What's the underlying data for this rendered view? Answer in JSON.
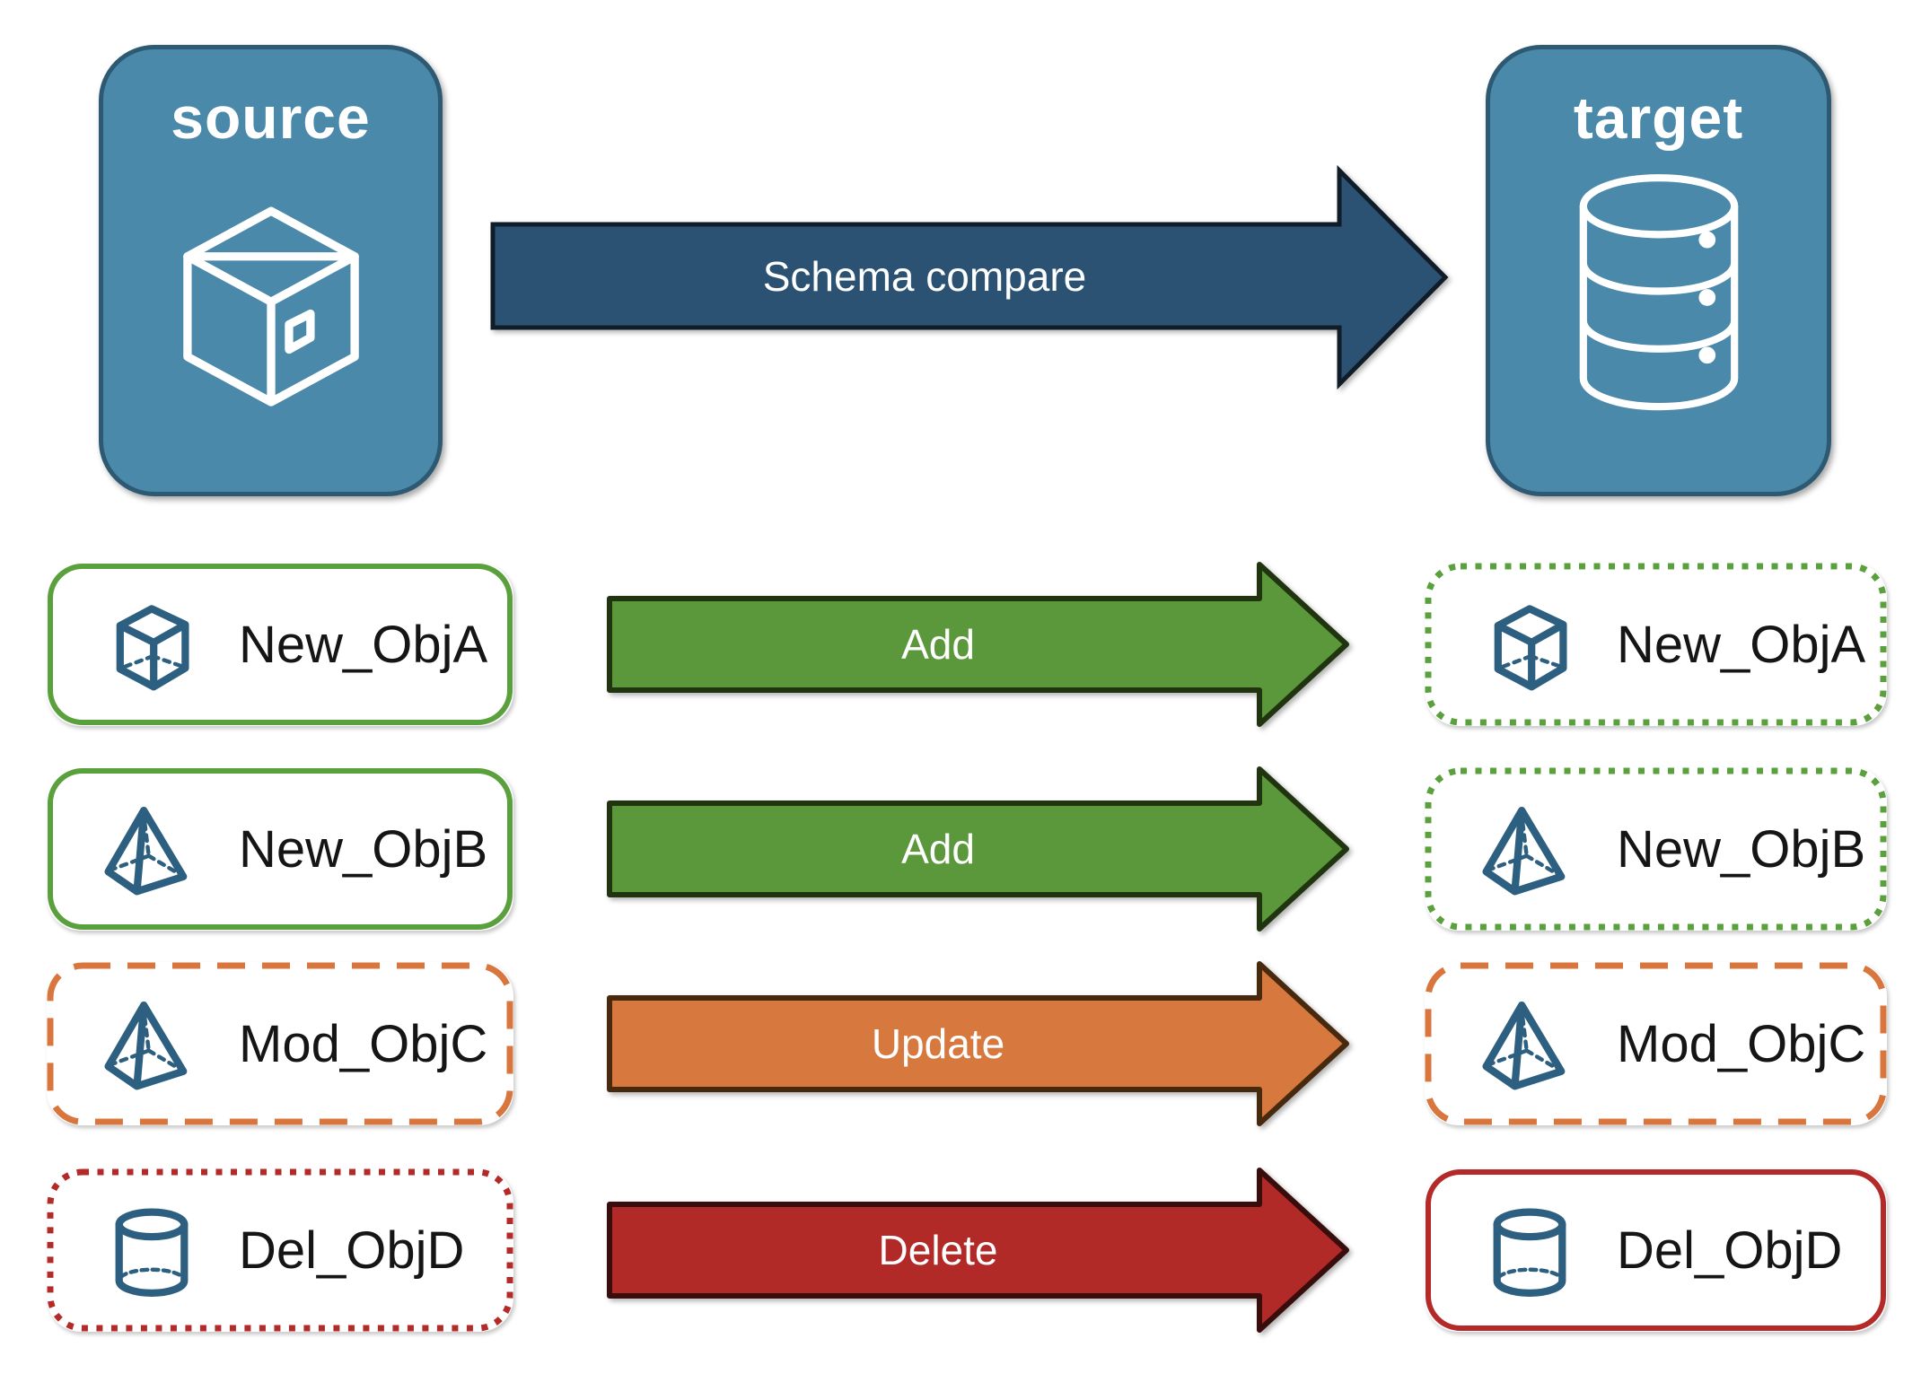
{
  "panels": {
    "source": {
      "label": "source",
      "icon": "package-icon"
    },
    "target": {
      "label": "target",
      "icon": "database-icon"
    }
  },
  "compare_arrow": {
    "label": "Schema compare"
  },
  "rows": [
    {
      "object": "New_ObjA",
      "shape": "cube",
      "action": "Add",
      "arrow": "green",
      "source_border": "solid-green",
      "target_border": "dotted-green"
    },
    {
      "object": "New_ObjB",
      "shape": "pyramid",
      "action": "Add",
      "arrow": "green",
      "source_border": "solid-green",
      "target_border": "dotted-green"
    },
    {
      "object": "Mod_ObjC",
      "shape": "pyramid",
      "action": "Update",
      "arrow": "orange",
      "source_border": "dashed-orange",
      "target_border": "dashed-orange"
    },
    {
      "object": "Del_ObjD",
      "shape": "cylinder",
      "action": "Delete",
      "arrow": "red",
      "source_border": "dotted-red",
      "target_border": "solid-red"
    }
  ],
  "colors": {
    "panel_fill": "#4a89a9",
    "panel_border": "#2d5a72",
    "compare_fill": "#2b5273",
    "compare_stroke": "#101d29",
    "green_fill": "#5b983b",
    "green_stroke": "#20350f",
    "green_border": "#5aa03c",
    "orange_fill": "#d7783e",
    "orange_stroke": "#47290e",
    "orange_border": "#d8763e",
    "red_fill": "#b12a28",
    "red_stroke": "#390d0c",
    "red_border": "#b32a28",
    "icon_blue": "#2d5f80",
    "label_text": "#151515",
    "arrow_text": "#ffffff"
  }
}
